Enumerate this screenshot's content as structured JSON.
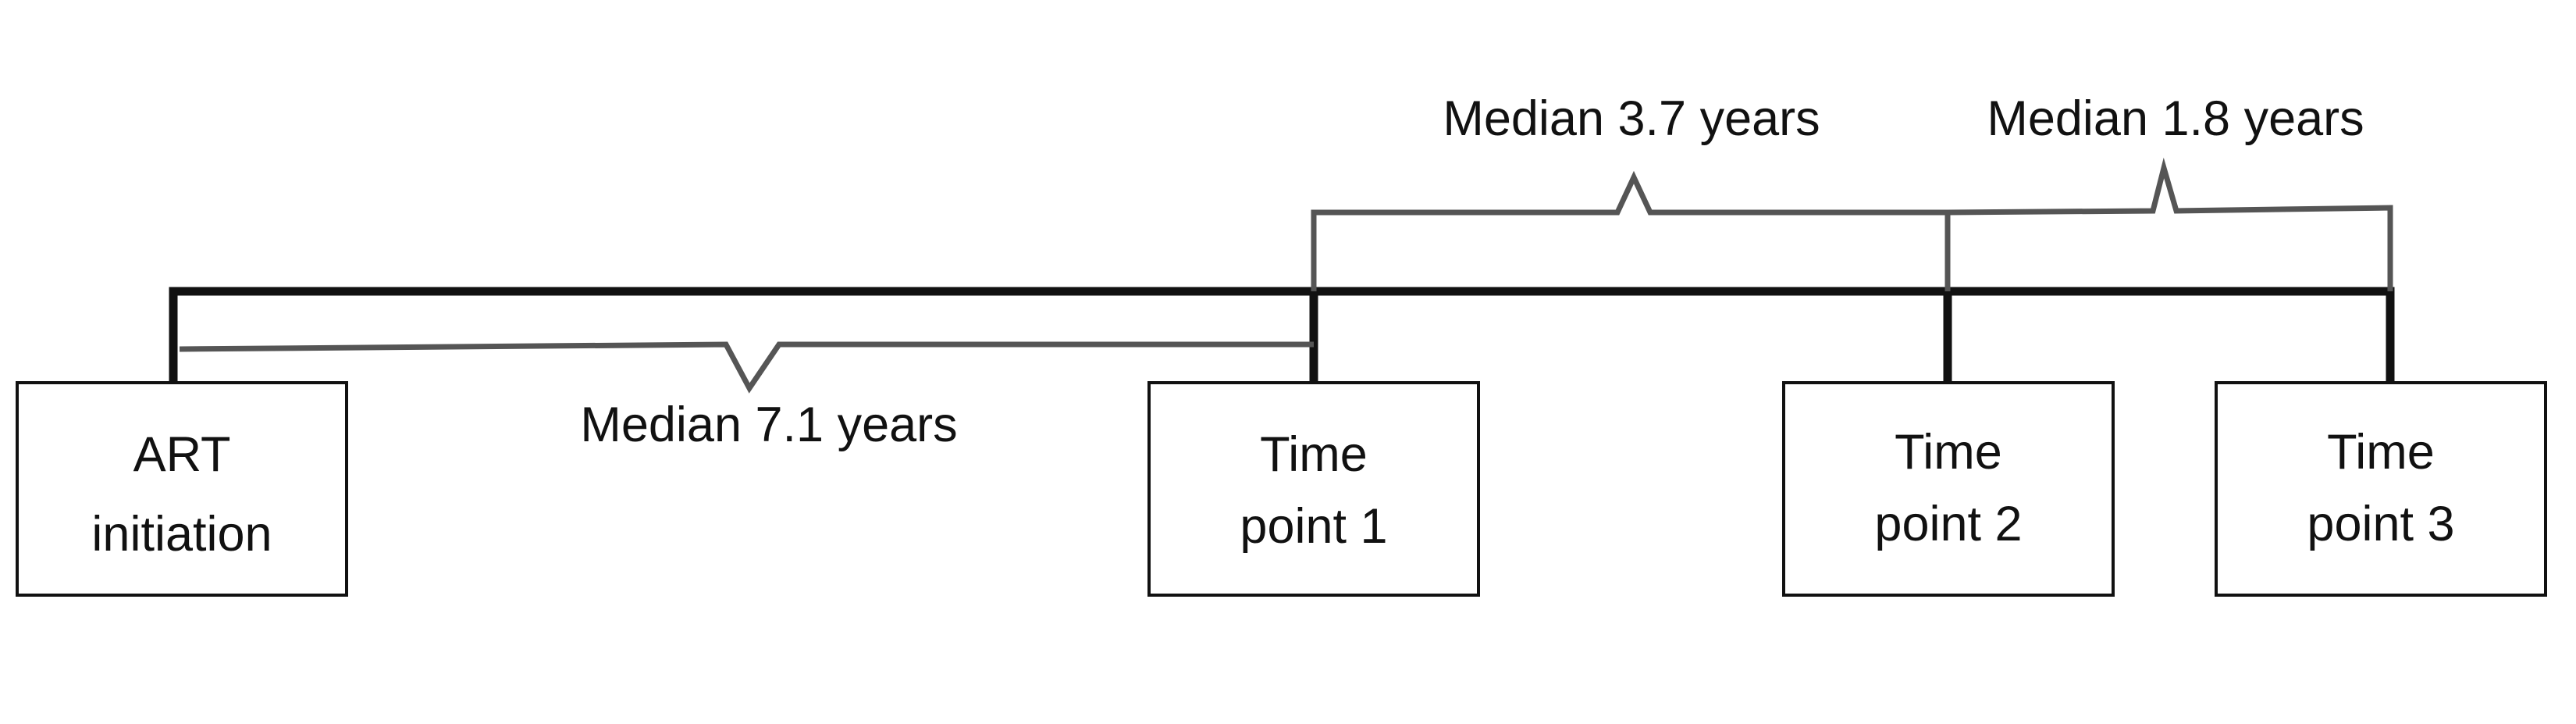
{
  "diagram": {
    "boxes": [
      {
        "line1": "ART",
        "line2": "initiation"
      },
      {
        "line1": "Time",
        "line2": "point 1"
      },
      {
        "line1": "Time",
        "line2": "point 2"
      },
      {
        "line1": "Time",
        "line2": "point 3"
      }
    ],
    "intervals": [
      {
        "label": "Median 7.1 years"
      },
      {
        "label": "Median 3.7 years"
      },
      {
        "label": "Median 1.8 years"
      }
    ],
    "colors": {
      "timeline": "#111111",
      "bracket": "#555555",
      "box_border": "#111111",
      "text": "#111111"
    }
  }
}
